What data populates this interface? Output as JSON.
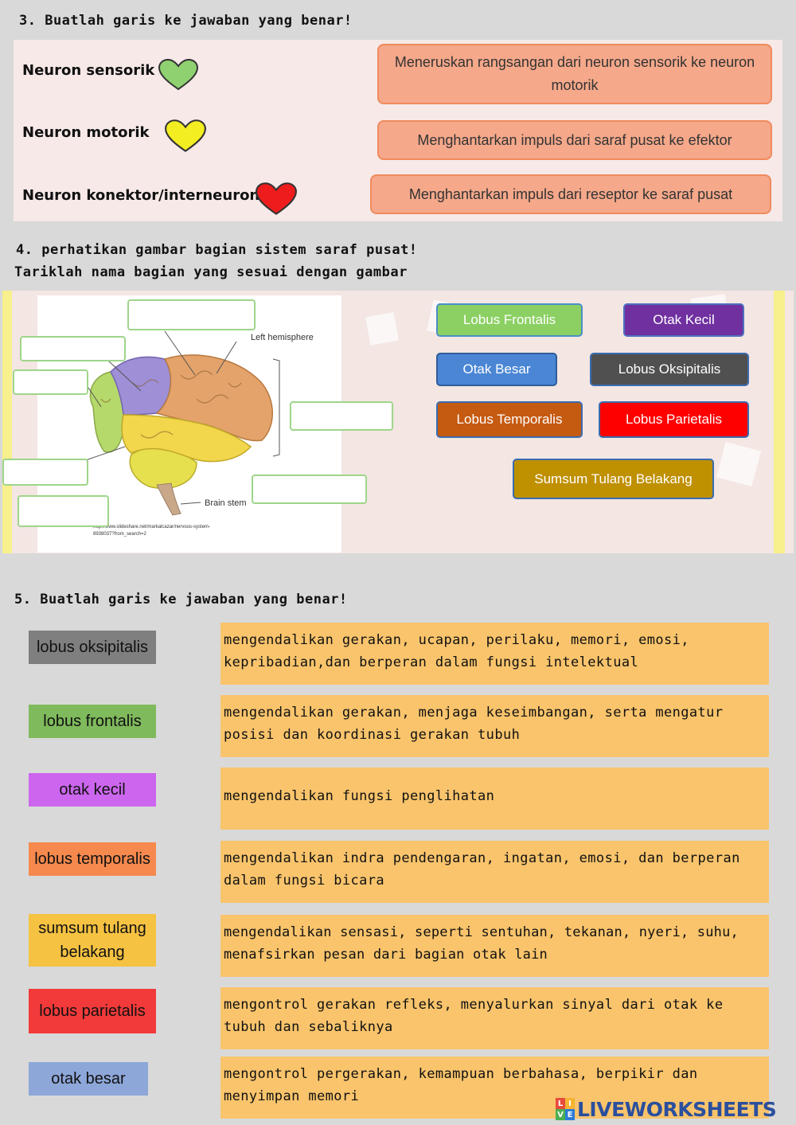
{
  "q3": {
    "title": "3. Buatlah garis ke jawaban yang benar!",
    "neurons": [
      {
        "label": "Neuron sensorik",
        "heart_color": "#8fd170"
      },
      {
        "label": "Neuron motorik",
        "heart_color": "#f2ee22"
      },
      {
        "label": "Neuron konektor/interneuron",
        "heart_color": "#ee1c1c"
      }
    ],
    "answers": [
      "Meneruskan rangsangan dari neuron sensorik ke neuron motorik",
      "Menghantarkan impuls dari saraf pusat ke efektor",
      "Menghantarkan impuls dari reseptor ke saraf pusat"
    ]
  },
  "q4": {
    "title_line1": "4. perhatikan gambar bagian sistem saraf pusat!",
    "title_line2": "Tariklah nama bagian yang sesuai dengan gambar",
    "image": {
      "left_hemisphere": "Left hemisphere",
      "brain_stem": "Brain stem",
      "credit_line1": "http://www.slideshare.net/markalcazar/nervous-system-",
      "credit_line2": "8938037?from_search=2"
    },
    "tiles": [
      {
        "label": "Lobus Frontalis",
        "color": "#8cd063"
      },
      {
        "label": "Otak Kecil",
        "color": "#7030a0"
      },
      {
        "label": "Otak Besar",
        "color": "#4a86d4"
      },
      {
        "label": "Lobus Oksipitalis",
        "color": "#505050"
      },
      {
        "label": "Lobus Temporalis",
        "color": "#c55a11"
      },
      {
        "label": "Lobus Parietalis",
        "color": "#fe0000"
      },
      {
        "label": "Sumsum Tulang Belakang",
        "color": "#bf9000"
      }
    ]
  },
  "q5": {
    "title": "5. Buatlah garis ke jawaban yang benar!",
    "terms": [
      {
        "label": "lobus oksipitalis",
        "color": "#7f7f7f"
      },
      {
        "label": "lobus frontalis",
        "color": "#7fba5c"
      },
      {
        "label": "otak kecil",
        "color": "#cc66ee"
      },
      {
        "label": "lobus temporalis",
        "color": "#f5894e"
      },
      {
        "label": "sumsum tulang belakang",
        "color": "#f5c242"
      },
      {
        "label": "lobus parietalis",
        "color": "#f23a3a"
      },
      {
        "label": "otak besar",
        "color": "#8ea7d9"
      }
    ],
    "descriptions": [
      "mengendalikan gerakan, ucapan, perilaku, memori, emosi, kepribadian,dan berperan dalam fungsi intelektual",
      "mengendalikan gerakan, menjaga keseimbangan, serta mengatur posisi dan koordinasi gerakan tubuh",
      "mengendalikan fungsi penglihatan",
      "mengendalikan indra pendengaran, ingatan, emosi, dan berperan dalam fungsi bicara",
      "mengendalikan sensasi, seperti sentuhan, tekanan, nyeri, suhu, menafsirkan pesan dari bagian otak lain",
      "mengontrol gerakan refleks, menyalurkan sinyal dari otak ke tubuh dan sebaliknya",
      "mengontrol pergerakan, kemampuan berbahasa, berpikir dan menyimpan memori"
    ]
  },
  "brand": {
    "logo_letters": [
      "L",
      "I",
      "V",
      "E"
    ],
    "name": "LIVEWORKSHEETS"
  }
}
